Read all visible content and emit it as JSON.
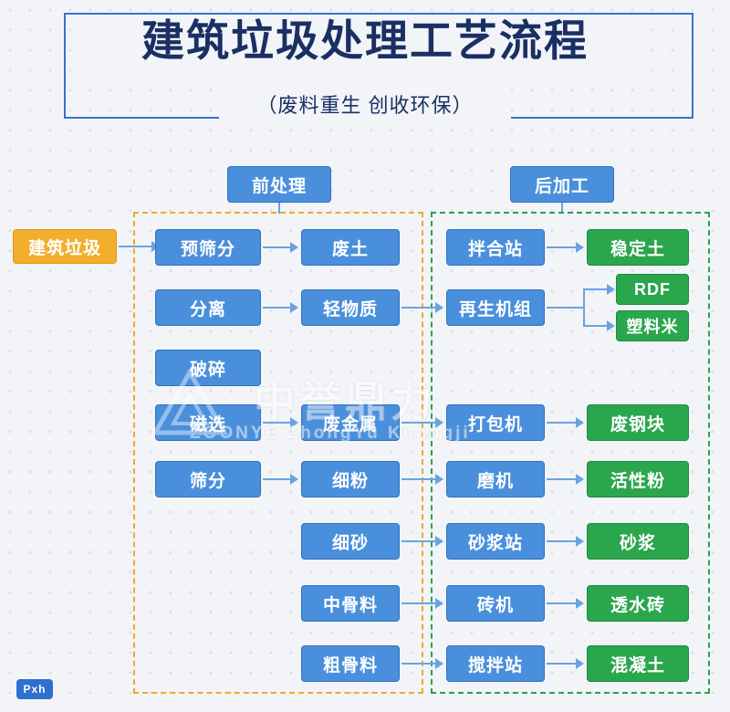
{
  "header": {
    "title": "建筑垃圾处理工艺流程",
    "subtitle": "（废料重生  创收环保）"
  },
  "group_tags": [
    {
      "name": "pre-process-tag",
      "label": "前处理"
    },
    {
      "name": "post-process-tag",
      "label": "后加工"
    }
  ],
  "input": {
    "label": "建筑垃圾"
  },
  "column_pre": [
    {
      "label": "预筛分"
    },
    {
      "label": "分离"
    },
    {
      "label": "破碎"
    },
    {
      "label": "磁选"
    },
    {
      "label": "筛分"
    }
  ],
  "column_material": [
    {
      "label": "废土"
    },
    {
      "label": "轻物质"
    },
    {
      "label": "废金属"
    },
    {
      "label": "细粉"
    },
    {
      "label": "细砂"
    },
    {
      "label": "中骨料"
    },
    {
      "label": "粗骨料"
    }
  ],
  "column_equipment": [
    {
      "label": "拌合站"
    },
    {
      "label": "再生机组"
    },
    {
      "label": "打包机"
    },
    {
      "label": "磨机"
    },
    {
      "label": "砂浆站"
    },
    {
      "label": "砖机"
    },
    {
      "label": "搅拌站"
    }
  ],
  "column_product": [
    {
      "label": "稳定土"
    },
    {
      "label": "RDF"
    },
    {
      "label": "塑料米"
    },
    {
      "label": "废钢块"
    },
    {
      "label": "活性粉"
    },
    {
      "label": "砂浆"
    },
    {
      "label": "透水砖"
    },
    {
      "label": "混凝土"
    }
  ],
  "watermark": {
    "main": "中誉鼎力",
    "sub": "ZOONYE  ZhongYu Kuangji"
  },
  "logo": {
    "label": "Pxh"
  },
  "colors": {
    "blue": "#4a8fdc",
    "green": "#2aa64c",
    "orange": "#f3ae2e",
    "arrow": "#6aa3e0",
    "pre_border": "#f0a92a",
    "post_border": "#2ca24d",
    "title": "#1a2f63",
    "background": "#f2f4f8"
  }
}
